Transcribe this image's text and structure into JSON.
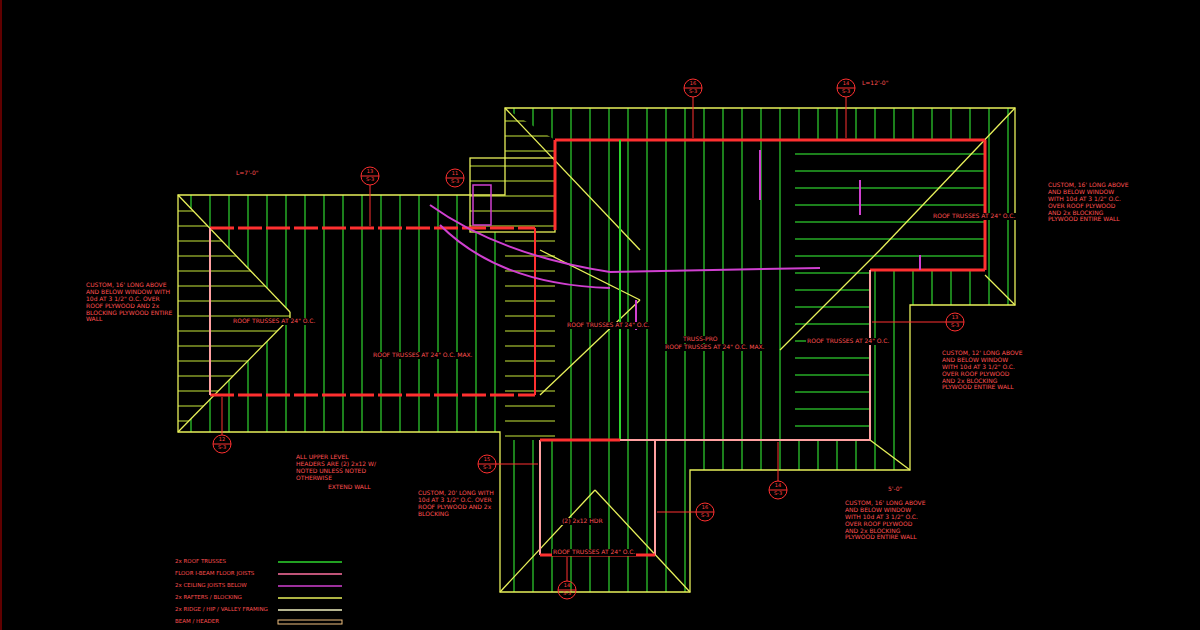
{
  "diagram": {
    "labels": [
      "16",
      "S-3",
      "14",
      "S-3",
      "13",
      "S-3",
      "11",
      "S-3",
      "13",
      "S-3",
      "12",
      "S-3",
      "15",
      "S-3",
      "14",
      "S-3",
      "16",
      "S-3",
      "14",
      "S-3",
      "L=12'-0\"",
      "L=7'-0\"",
      "CUSTOM, 16' LONG ABOVE AND BELOW WINDOW WITH 10d AT 3 1/2\" O.C. OVER ROOF PLYWOOD AND 2x BLOCKING PLYWOOD ENTIRE WALL",
      "CUSTOM, 16' LONG ABOVE AND BELOW WINDOW WITH 10d AT 3 1/2\" O.C. OVER ROOF PLYWOOD AND 2x BLOCKING PLYWOOD ENTIRE WALL",
      "CUSTOM, 12' LONG ABOVE AND BELOW WINDOW WITH 10d AT 3 1/2\" O.C. OVER ROOF PLYWOOD AND 2x BLOCKING PLYWOOD ENTIRE WALL",
      "CUSTOM, 16' LONG ABOVE AND BELOW WINDOW WITH 10d AT 3 1/2\" O.C. OVER ROOF PLYWOOD AND 2x BLOCKING PLYWOOD ENTIRE WALL",
      "CUSTOM, 20' LONG WITH 10d AT 3 1/2\" O.C. OVER ROOF PLYWOOD AND 2x BLOCKING",
      "ROOF TRUSSES AT 24\" O.C.",
      "ROOF TRUSSES AT 24\" O.C. MAX.",
      "TRUSS-PRO",
      "ROOF TRUSSES AT 24\" O.C. MAX.",
      "ROOF TRUSSES AT 24\" O.C.",
      "ROOF TRUSSES AT 24\" O.C.",
      "ROOF TRUSSES AT 24\" O.C.",
      "ROOF TRUSSES AT 24\" O.C.",
      "ALL UPPER LEVEL HEADERS ARE (2) 2x12 W/ NOTED UNLESS NOTED OTHERWISE",
      "EXTEND WALL",
      "5'-0\"",
      "(2) 2x12 HDR"
    ],
    "legend": [
      {
        "text": "2x ROOF TRUSSES"
      },
      {
        "text": "FLOOR I-BEAM FLOOR JOISTS"
      },
      {
        "text": "2x CEILING JOISTS BELOW"
      },
      {
        "text": "2x RAFTERS / BLOCKING"
      },
      {
        "text": "2x RIDGE / HIP / VALLEY FRAMING"
      },
      {
        "text": "BEAM / HEADER"
      }
    ]
  }
}
